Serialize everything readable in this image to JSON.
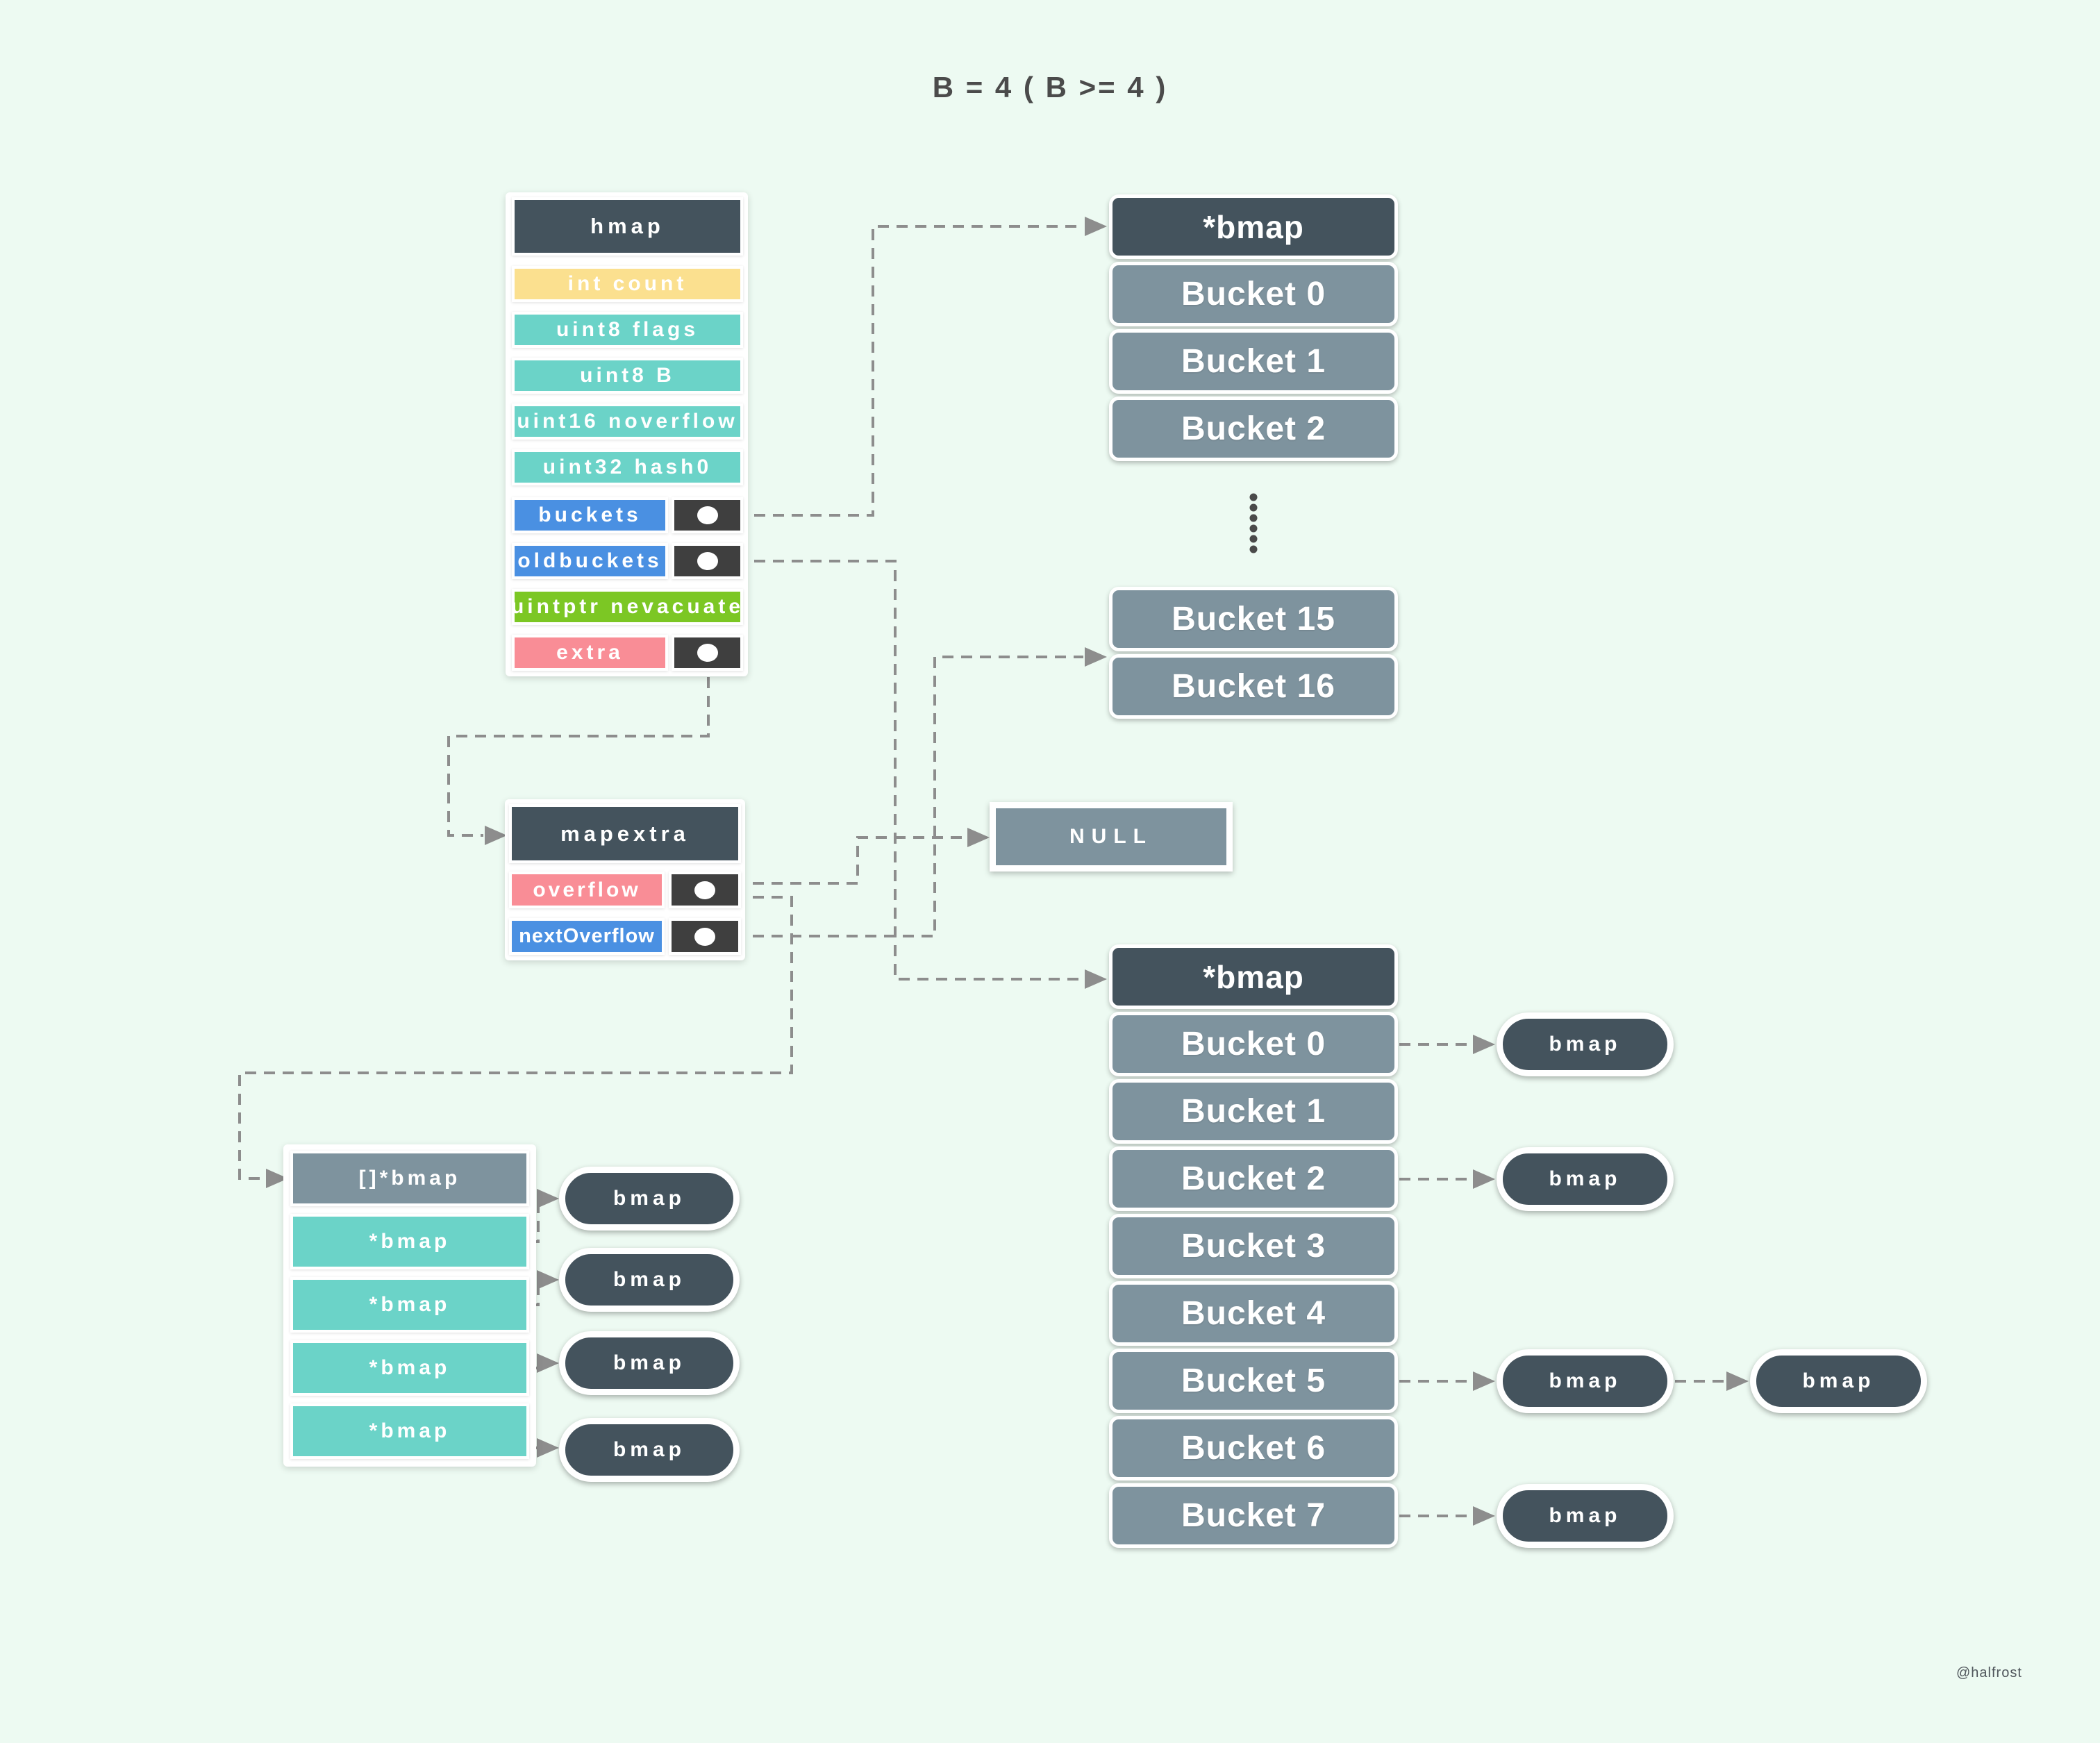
{
  "title": "B = 4 ( B >= 4 )",
  "watermark": "@halfrost",
  "hmap": {
    "header": "hmap",
    "fields": [
      {
        "label": "int count"
      },
      {
        "label": "uint8 flags"
      },
      {
        "label": "uint8 B"
      },
      {
        "label": "uint16 noverflow"
      },
      {
        "label": "uint32 hash0"
      },
      {
        "label": "buckets"
      },
      {
        "label": "oldbuckets"
      },
      {
        "label": "uintptr nevacuate"
      },
      {
        "label": "extra"
      }
    ]
  },
  "new_buckets": {
    "header": "*bmap",
    "top": [
      "Bucket 0",
      "Bucket 1",
      "Bucket 2"
    ],
    "bottom": [
      "Bucket 15",
      "Bucket 16"
    ]
  },
  "mapextra": {
    "header": "mapextra",
    "fields": [
      {
        "label": "overflow"
      },
      {
        "label": "nextOverflow"
      }
    ]
  },
  "null_label": "NULL",
  "old_buckets": {
    "header": "*bmap",
    "rows": [
      "Bucket 0",
      "Bucket 1",
      "Bucket 2",
      "Bucket 3",
      "Bucket 4",
      "Bucket 5",
      "Bucket 6",
      "Bucket 7"
    ]
  },
  "overflow_array": {
    "header": "[]*bmap",
    "rows": [
      "*bmap",
      "*bmap",
      "*bmap",
      "*bmap"
    ]
  },
  "bmap_label": "bmap",
  "colors": {
    "background": "#edfaf2",
    "dark_slate": "#44535d",
    "bucket_gray": "#7e939e",
    "field_yellow": "#fbe08f",
    "field_teal": "#6bd3c8",
    "field_blue": "#4a90e2",
    "field_green": "#7cc724",
    "field_pink": "#f98d96",
    "pointer_cell": "#3f3f3f",
    "wire": "#8d8d8d"
  }
}
